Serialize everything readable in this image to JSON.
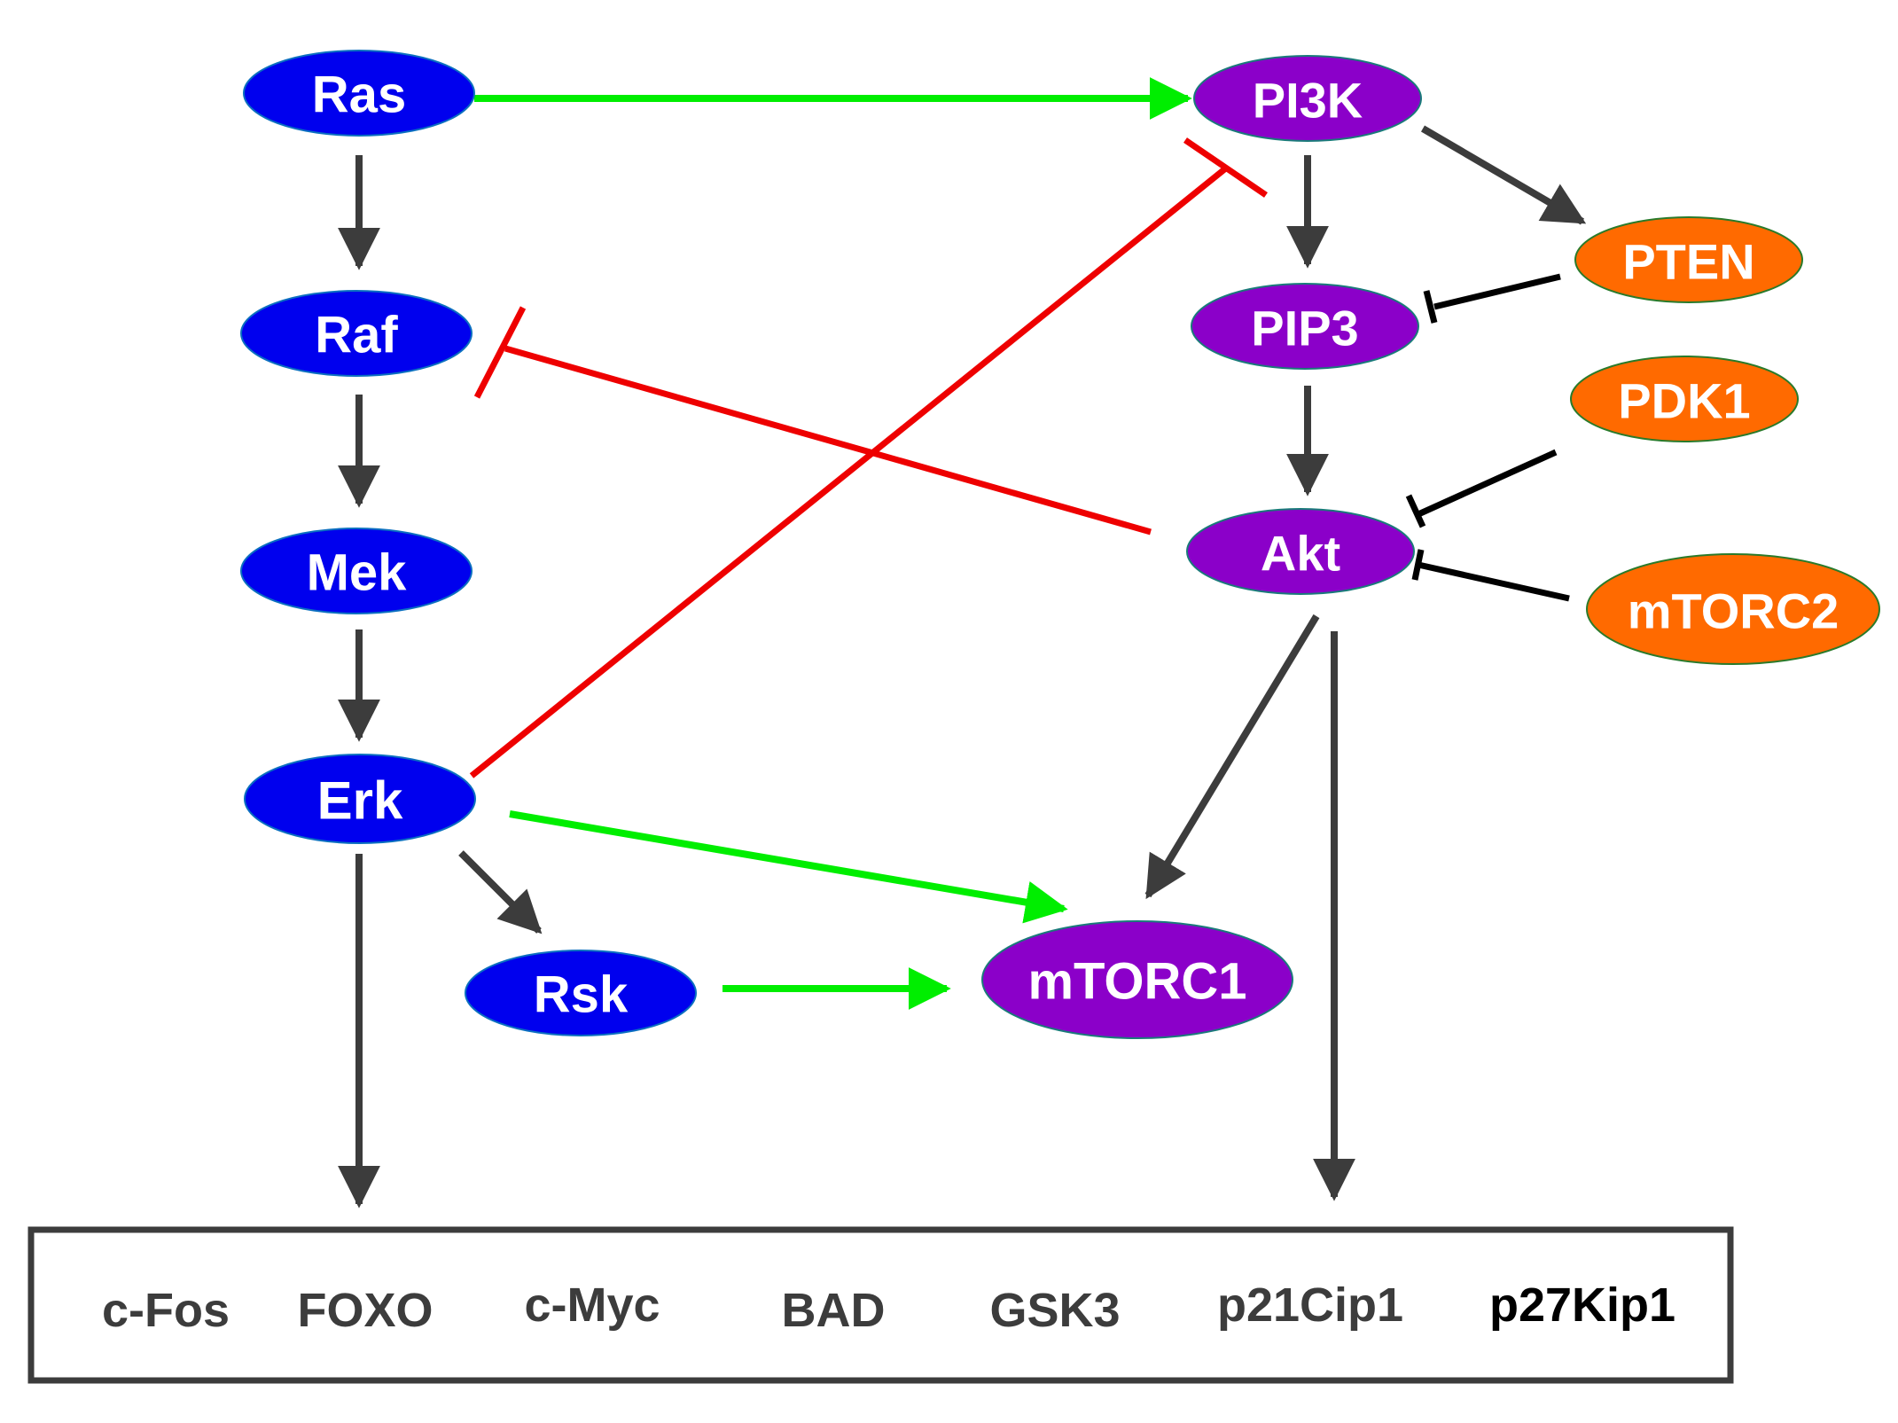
{
  "colors": {
    "ras_mapk_node": "#0000ee",
    "pi3k_node": "#8b00c9",
    "regulator_node": "#ff6a00",
    "activation_green": "#00ee00",
    "inhibition_red": "#ee0000",
    "arrow_gray": "#3c3c3c",
    "inhibition_black": "#000000",
    "box_border": "#3c3c3c"
  },
  "nodes": {
    "ras": "Ras",
    "raf": "Raf",
    "mek": "Mek",
    "erk": "Erk",
    "rsk": "Rsk",
    "pi3k": "PI3K",
    "pip3": "PIP3",
    "akt": "Akt",
    "mtorc1": "mTORC1",
    "pten": "PTEN",
    "pdk1": "PDK1",
    "mtorc2": "mTORC2"
  },
  "targets": [
    "c-Fos",
    "FOXO",
    "c-Myc",
    "BAD",
    "GSK3",
    "p21Cip1",
    "p27Kip1"
  ]
}
